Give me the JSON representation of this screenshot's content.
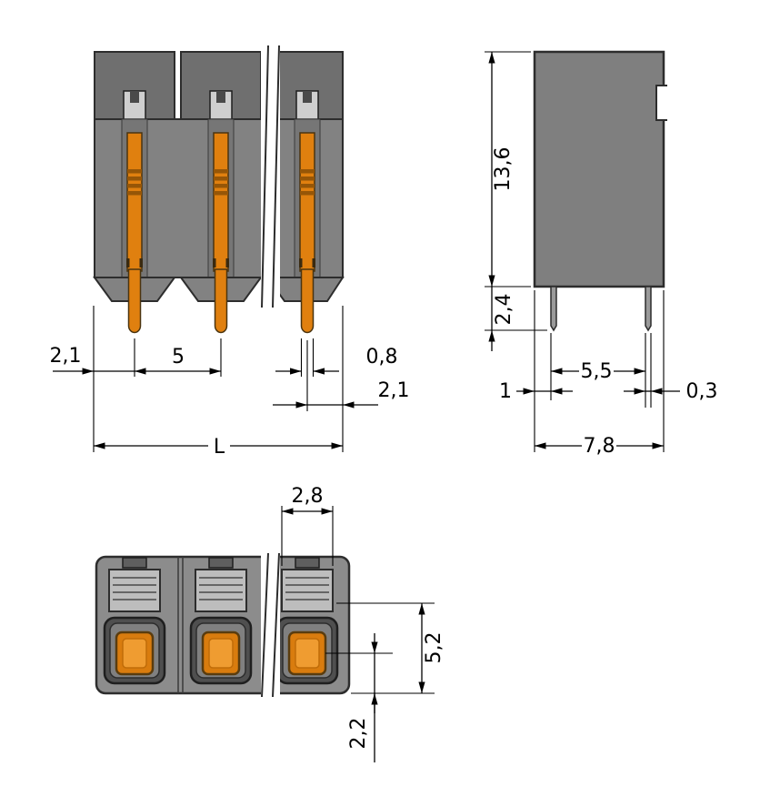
{
  "colors": {
    "background": "#ffffff",
    "housing_gray": "#828282",
    "housing_dark": "#4f4f4f",
    "outline": "#2d2d2d",
    "contact_orange": "#e0800f",
    "dim_black": "#000000"
  },
  "front_view": {
    "label_left_margin": "2,1",
    "label_pitch": "5",
    "label_pin_width": "0,8",
    "label_right_margin": "2,1",
    "label_total_length": "L"
  },
  "side_view": {
    "label_height": "13,6",
    "label_pin_length": "2,4",
    "label_edge_offset": "1",
    "label_pin_spacing": "5,5",
    "label_pin_thickness": "0,3",
    "label_total_depth": "7,8"
  },
  "top_view": {
    "label_opening_width": "2,8",
    "label_opening_depth": "5,2",
    "label_pin_offset": "2,2"
  }
}
